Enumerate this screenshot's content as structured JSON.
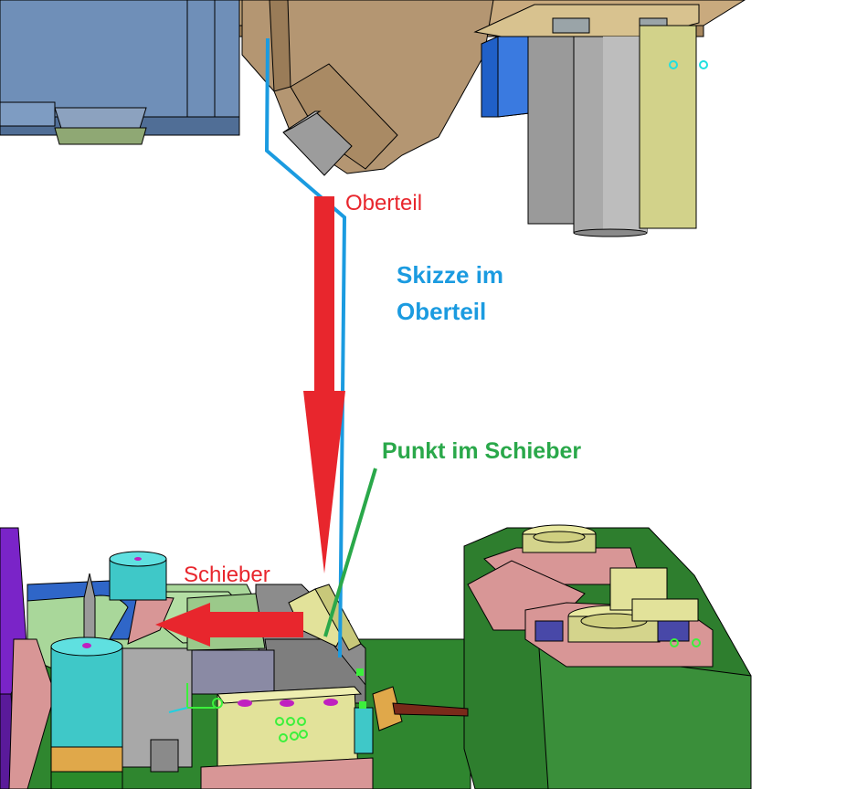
{
  "labels": {
    "upper_part": "Oberteil",
    "sketch_line1": "Skizze im",
    "sketch_line2": "Oberteil",
    "point_label": "Punkt im Schieber",
    "slider": "Schieber"
  },
  "colors": {
    "annotation_red": "#e8262d",
    "sketch_blue": "#1b9be0",
    "point_green": "#2aa84a",
    "base_green": "#2b7a2b",
    "slider_khaki": "#e2e29a",
    "upper_tan": "#b89a72",
    "pink_plate": "#d99a9a",
    "cyan_cylinder": "#3fc8c8"
  },
  "icons": {
    "down_arrow": "arrow-down-icon",
    "left_arrow": "arrow-left-icon"
  }
}
